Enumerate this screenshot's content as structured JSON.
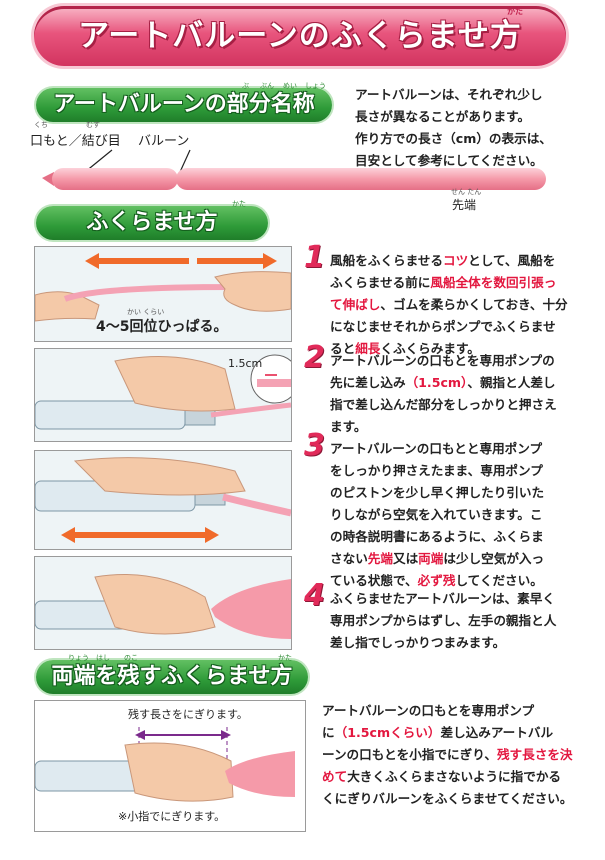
{
  "title": {
    "text": "アートバルーンのふくらませ方",
    "furigana": "かた"
  },
  "section1": {
    "heading": "アートバルーンの部分名称",
    "furigana": [
      "ぶ",
      "ぶん",
      "めい",
      "しょう"
    ],
    "label_mouth": "口もと／結び目",
    "label_balloon": "バルーン",
    "label_tip": "先端",
    "furi_mouth": "くち",
    "furi_knot": "むす",
    "furi_tip": "せん たん",
    "note_lines": [
      "アートバルーンは、それぞれ少し",
      "長さが異なることがあります。",
      "作り方での長さ（cm）の表示は、",
      "目安として参考にしてください。"
    ]
  },
  "section2": {
    "heading": "ふくらませ方",
    "furigana": "かた",
    "photo1_caption": "4〜5回位ひっぱる。",
    "photo1_furi": "かい くらい",
    "photo2_label": "1.5cm",
    "steps": [
      {
        "num": "1",
        "lines": [
          [
            {
              "t": "風船をふくらませる"
            },
            {
              "t": "コツ",
              "red": true
            },
            {
              "t": "として、風船を"
            }
          ],
          [
            {
              "t": "ふくらませる前に"
            },
            {
              "t": "風船全体を数回引張っ",
              "red": true
            }
          ],
          [
            {
              "t": "て伸ばし",
              "red": true
            },
            {
              "t": "、ゴムを柔らかくしておき、十分"
            }
          ],
          [
            {
              "t": "になじませそれからポンプでふくらませ"
            }
          ],
          [
            {
              "t": "ると"
            },
            {
              "t": "細長",
              "red": true
            },
            {
              "t": "くふくらみます。"
            }
          ]
        ]
      },
      {
        "num": "2",
        "lines": [
          [
            {
              "t": "アートバルーンの口もとを専用ポンプの"
            }
          ],
          [
            {
              "t": "先に差し込み"
            },
            {
              "t": "（1.5cm）",
              "red": true
            },
            {
              "t": "、親指と人差し"
            }
          ],
          [
            {
              "t": "指で差し込んだ部分をしっかりと押さえ"
            }
          ],
          [
            {
              "t": "ます。"
            }
          ]
        ]
      },
      {
        "num": "3",
        "lines": [
          [
            {
              "t": "アートバルーンの口もとと専用ポンプ"
            }
          ],
          [
            {
              "t": "をしっかり押さえたまま、専用ポンプ"
            }
          ],
          [
            {
              "t": "のピストンを少し早く押したり引いた"
            }
          ],
          [
            {
              "t": "りしながら空気を入れていきます。こ"
            }
          ],
          [
            {
              "t": "の時各説明書にあるように、ふくらま"
            }
          ],
          [
            {
              "t": "さない"
            },
            {
              "t": "先端",
              "red": true
            },
            {
              "t": "又は"
            },
            {
              "t": "両端",
              "red": true
            },
            {
              "t": "は少し空気が入っ"
            }
          ],
          [
            {
              "t": "ている状態で、"
            },
            {
              "t": "必ず残",
              "red": true
            },
            {
              "t": "してください。"
            }
          ]
        ]
      },
      {
        "num": "4",
        "lines": [
          [
            {
              "t": "ふくらませたアートバルーンは、素早く"
            }
          ],
          [
            {
              "t": "専用ポンプからはずし、左手の親指と人"
            }
          ],
          [
            {
              "t": "差し指でしっかりつまみます。"
            }
          ]
        ]
      }
    ]
  },
  "section3": {
    "heading": "両端を残すふくらませ方",
    "furigana": [
      "りょう",
      "はし",
      "のこ",
      "かた"
    ],
    "photo_top_caption": "残す長さをにぎります。",
    "photo_bottom_caption": "※小指でにぎります。",
    "lines": [
      [
        {
          "t": "アートバルーンの口もとを専用ポンプ"
        }
      ],
      [
        {
          "t": "に"
        },
        {
          "t": "（1.5cmくらい）",
          "red": true
        },
        {
          "t": "差し込みアートバル"
        }
      ],
      [
        {
          "t": "ーンの口もとを小指でにぎり、"
        },
        {
          "t": "残す長さを決",
          "red": true
        }
      ],
      [
        {
          "t": "めて",
          "red": true
        },
        {
          "t": "大きくふくらまさないように指でかる"
        }
      ],
      [
        {
          "t": "くにぎりバルーンをふくらませてください。"
        }
      ]
    ]
  },
  "colors": {
    "title_pink": "#e8557d",
    "section_green": "#2e9a38",
    "accent_red": "#e3173f",
    "balloon_pink": "#f59aa9"
  }
}
